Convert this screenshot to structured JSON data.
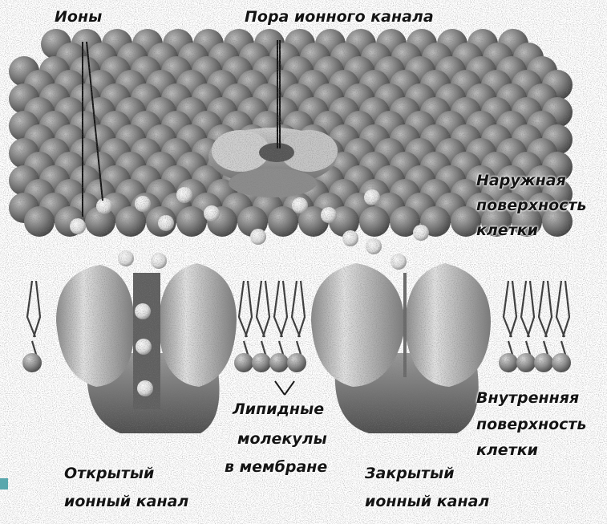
{
  "labels": {
    "ions": "Ионы",
    "pore": "Пора ионного канала",
    "outer_surface": [
      "Наружная",
      "поверхность",
      "клетки"
    ],
    "lipids": [
      "Липидные",
      "молекулы",
      "в мембране"
    ],
    "inner_surface": [
      "Внутренняя",
      "поверхность",
      "клетки"
    ],
    "open_channel": [
      "Открытый",
      "ионный канал"
    ],
    "closed_channel": [
      "Закрытый",
      "ионный канал"
    ]
  },
  "colors": {
    "sphere_dark": "#4a4a4a",
    "sphere_light": "#bdbdbd",
    "protein": "#a5a5a5",
    "ion": "#f2f2f2",
    "slide_marker": "#5aa7ad"
  }
}
